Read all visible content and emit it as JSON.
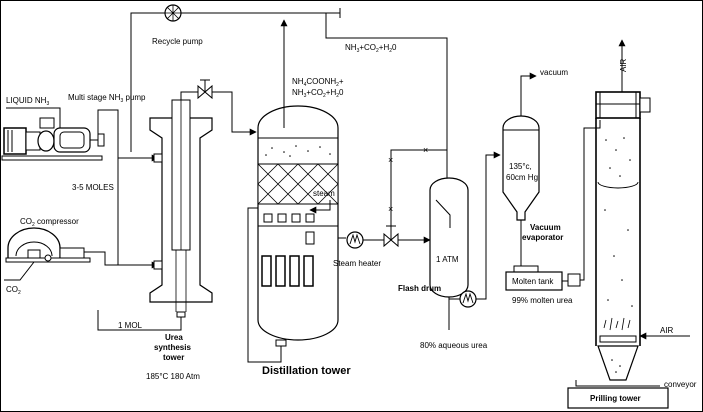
{
  "labels": {
    "recycle_pump": "Recycle pump",
    "liquid_nh3": "LIQUID NH",
    "liquid_nh3_sub": "3",
    "multistage_pump": "Multi stage NH",
    "multistage_pump_sub": "3",
    "multistage_pump_tail": " pump",
    "moles_3_5": "3-5 MOLES",
    "co2_compressor": "CO",
    "co2_compressor_sub": "2",
    "co2_compressor_tail": " compressor",
    "co2_feed": "CO",
    "co2_feed_sub": "2",
    "one_mol": "1 MOL",
    "urea_tower_line1": "Urea",
    "urea_tower_line2": "synthesis",
    "urea_tower_line3": "tower",
    "urea_conditions": "185°C 180 Atm",
    "top_product_line1": "NH",
    "top_product_line1_sub": "4",
    "top_product_line1_tail": "COONH",
    "top_product_line1_sub2": "2",
    "top_product_line1_end": "+",
    "top_product_line2": "NH",
    "top_product_line2_sub": "3",
    "top_product_line2_tail": "+CO",
    "top_product_line2_sub2": "2",
    "top_product_line2_end": "+H",
    "top_product_line2_sub3": "2",
    "top_product_line2_o": "0",
    "recycle_stream": "NH",
    "recycle_stream_sub": "3",
    "recycle_stream_tail": "+CO",
    "recycle_stream_sub2": "2",
    "recycle_stream_end": "+H",
    "recycle_stream_sub3": "2",
    "recycle_stream_o": "0",
    "steam": "steam",
    "steam_heater": "Steam heater",
    "distillation_tower": "Distillation tower",
    "one_atm": "1 ATM",
    "flash_drum": "Flash drum",
    "aqueous_urea": "80% aqueous urea",
    "vacuum": "vacuum",
    "evap_temp": "135°c,",
    "evap_pressure": "60cm Hg",
    "vacuum_evaporator_line1": "Vacuum",
    "vacuum_evaporator_line2": "evaporator",
    "molten_tank": "Molten tank",
    "molten_urea": "99% molten urea",
    "air_top": "AIR",
    "air_side": "AIR",
    "conveyor": "conveyor",
    "prilling_tower": "Prilling tower"
  }
}
